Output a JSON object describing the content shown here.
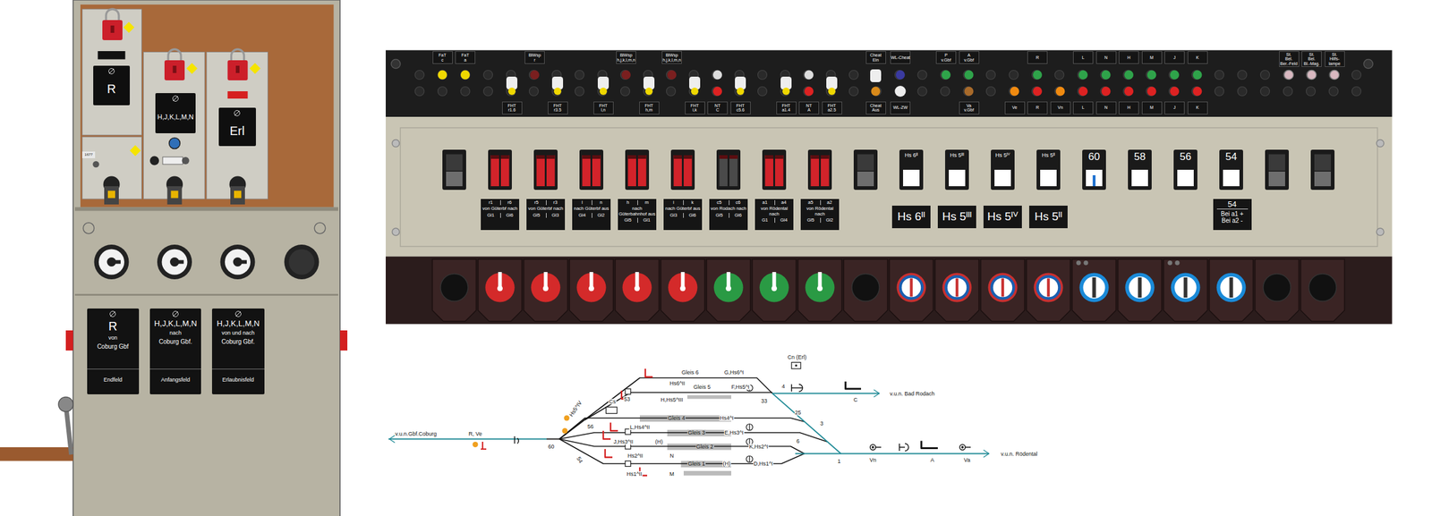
{
  "diagram": {
    "nodes": [
      {
        "text": [
          "R"
        ]
      },
      {
        "text": [
          "H,J,K,L,M,N"
        ]
      },
      {
        "text": [
          "Erl"
        ]
      },
      {
        "text": [
          "1677"
        ]
      },
      {
        "text": [
          "R",
          "von",
          "Coburg Gbf",
          "Endfeld"
        ]
      },
      {
        "text": [
          "H,J,K,L,M,N",
          "nach",
          "Coburg Gbf.",
          "Anfangsfeld"
        ]
      },
      {
        "text": [
          "H,J,K,L,M,N",
          "von und nach",
          "Coburg Gbf.",
          "Erlaubnisfeld"
        ]
      },
      {
        "text": [
          "FaT",
          "c"
        ]
      },
      {
        "text": [
          "FaT",
          "a"
        ]
      },
      {
        "text": [
          "BlWsp",
          "r"
        ]
      },
      {
        "text": [
          "BlWsp",
          "h,j,k,l,m,n"
        ]
      },
      {
        "text": [
          "BlWsp",
          "h,j,k,l,m,n"
        ]
      },
      {
        "text": [
          "Cheat",
          "Ein"
        ]
      },
      {
        "text": [
          "WL-Cheat"
        ]
      },
      {
        "text": [
          "P",
          "v.Gbf"
        ]
      },
      {
        "text": [
          "A",
          "v.Gbf"
        ]
      },
      {
        "text": [
          "R"
        ]
      },
      {
        "text": [
          "L"
        ]
      },
      {
        "text": [
          "N"
        ]
      },
      {
        "text": [
          "H"
        ]
      },
      {
        "text": [
          "M"
        ]
      },
      {
        "text": [
          "J"
        ]
      },
      {
        "text": [
          "K"
        ]
      },
      {
        "text": [
          "St.",
          "Bel.",
          "Ber.-Feld"
        ]
      },
      {
        "text": [
          "St.",
          "Bel.",
          "Bl.-Mag."
        ]
      },
      {
        "text": [
          "St.",
          "Hilfs-",
          "lampe"
        ]
      },
      {
        "text": [
          "FHT",
          "r1.6"
        ]
      },
      {
        "text": [
          "FHT",
          "r3.5"
        ]
      },
      {
        "text": [
          "FHT",
          "l,n"
        ]
      },
      {
        "text": [
          "FHT",
          "h,m"
        ]
      },
      {
        "text": [
          "FHT",
          "i,k"
        ]
      },
      {
        "text": [
          "NT",
          "C"
        ]
      },
      {
        "text": [
          "FHT",
          "c5.6"
        ]
      },
      {
        "text": [
          "FHT",
          "a1.4"
        ]
      },
      {
        "text": [
          "NT",
          "A"
        ]
      },
      {
        "text": [
          "FHT",
          "a2.5"
        ]
      },
      {
        "text": [
          "Cheat",
          "Aus"
        ]
      },
      {
        "text": [
          "WL-ZW"
        ]
      },
      {
        "text": [
          "Va",
          "v.Gbf"
        ]
      },
      {
        "text": [
          "Ve"
        ]
      },
      {
        "text": [
          "R"
        ]
      },
      {
        "text": [
          "Vn"
        ]
      },
      {
        "text": [
          "L"
        ]
      },
      {
        "text": [
          "N"
        ]
      },
      {
        "text": [
          "H"
        ]
      },
      {
        "text": [
          "M"
        ]
      },
      {
        "text": [
          "J"
        ]
      },
      {
        "text": [
          "K"
        ]
      },
      {
        "text": [
          "r1",
          "r6",
          "von Güterbf nach",
          "Gl1",
          "Gl6"
        ]
      },
      {
        "text": [
          "r5",
          "r3",
          "von Güterbf nach",
          "Gl5",
          "Gl3"
        ]
      },
      {
        "text": [
          "l",
          "n",
          "nach Güterbf aus",
          "Gl4",
          "Gl2"
        ]
      },
      {
        "text": [
          "h",
          "m",
          "nach Güterbahnhof aus",
          "Gl5",
          "Gl1"
        ]
      },
      {
        "text": [
          "i",
          "k",
          "nach Güterbf aus",
          "Gl3",
          "Gl6"
        ]
      },
      {
        "text": [
          "c5",
          "c6",
          "von Rodach nach",
          "Gl5",
          "Gl6"
        ]
      },
      {
        "text": [
          "a1",
          "a4",
          "von Rödental nach",
          "G1",
          "Gl4"
        ]
      },
      {
        "text": [
          "a5",
          "a2",
          "von Rödental nach",
          "Gl5",
          "Gl2"
        ]
      },
      {
        "text": [
          "Hs 6ᴵᴵ"
        ]
      },
      {
        "text": [
          "Hs 5ᴵᴵᴵ"
        ]
      },
      {
        "text": [
          "Hs 5ᴵⱽ"
        ]
      },
      {
        "text": [
          "Hs 5ᴵᴵ"
        ]
      },
      {
        "text": [
          "60"
        ]
      },
      {
        "text": [
          "58"
        ]
      },
      {
        "text": [
          "56"
        ]
      },
      {
        "text": [
          "54"
        ]
      },
      {
        "text": [
          "Hs 6ᴵᴵ"
        ]
      },
      {
        "text": [
          "Hs 5ᴵᴵᴵ"
        ]
      },
      {
        "text": [
          "Hs 5ᴵⱽ"
        ]
      },
      {
        "text": [
          "Hs 5ᴵᴵ"
        ]
      },
      {
        "text": [
          "54",
          "Bei a1 +",
          "Bei a2 -"
        ]
      }
    ],
    "labels": [
      "Cn (Erl)",
      "Gleis 6",
      "G,Hs6^I",
      "Hs6^II",
      "Gleis 5",
      "F,Hs5^I",
      "53",
      "H,Hs5^III",
      "33",
      "4",
      "C",
      "v.u.n. Bad Rodach",
      "Cs",
      "Hs5^IV",
      "Gleis 4",
      "Hs4^I",
      "25",
      "3",
      "v.u.n.Gbf.Coburg",
      "R, Ve",
      "L,Hs4^II",
      "56",
      "Gleis 3",
      "E,Hs3^I",
      "60",
      "J,Hs3^II",
      "(H)",
      "Gleis 2",
      "K,Hs2^I",
      "6",
      "54",
      "Hs2^II",
      "N",
      "1",
      "Vn",
      "A",
      "Va",
      "v.u.n. Rödental",
      "Gleis 1",
      "(H)",
      "D,Hs1^I",
      "Hs1^II",
      "M"
    ]
  }
}
